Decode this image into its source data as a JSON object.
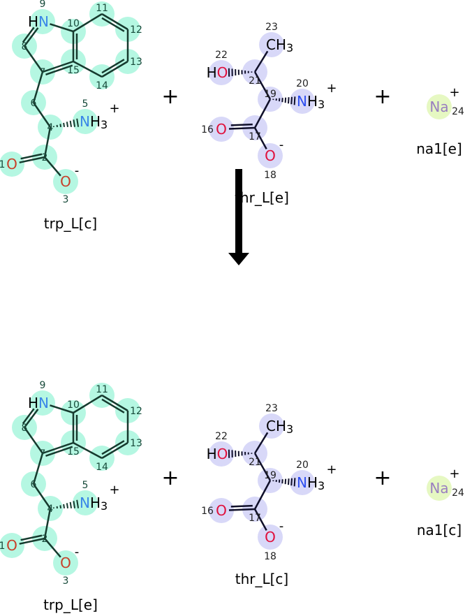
{
  "reaction": {
    "plus_sign": "+",
    "colors": {
      "trp_highlight": "#b5f7e2",
      "thr_highlight": "#d8d8f8",
      "na_highlight": "#e6f8c2",
      "trp_bond": "#163a2e",
      "thr_bond": "#10102a",
      "nitrogen_trp": "#3a86e8",
      "oxygen_trp": "#c8402a",
      "nitrogen_thr": "#2d4ef0",
      "oxygen_thr": "#e0103c",
      "sodium": "#9a7fc0"
    },
    "reactants": [
      {
        "name": "trp_L[c]",
        "kind": "trp",
        "atoms": [
          {
            "idx": "1",
            "sym": "O",
            "pre": "",
            "post": "",
            "charge": ""
          },
          {
            "idx": "2",
            "sym": "",
            "pre": "",
            "post": "",
            "charge": ""
          },
          {
            "idx": "3",
            "sym": "O",
            "pre": "",
            "post": "",
            "charge": "-"
          },
          {
            "idx": "4",
            "sym": "",
            "pre": "",
            "post": "",
            "charge": ""
          },
          {
            "idx": "5",
            "sym": "N",
            "pre": "",
            "post": "H3",
            "charge": "+"
          },
          {
            "idx": "6",
            "sym": "",
            "pre": "",
            "post": "",
            "charge": ""
          },
          {
            "idx": "7",
            "sym": "",
            "pre": "",
            "post": "",
            "charge": ""
          },
          {
            "idx": "8",
            "sym": "",
            "pre": "",
            "post": "",
            "charge": ""
          },
          {
            "idx": "9",
            "sym": "N",
            "pre": "H",
            "post": "",
            "charge": ""
          },
          {
            "idx": "10",
            "sym": "",
            "pre": "",
            "post": "",
            "charge": ""
          },
          {
            "idx": "11",
            "sym": "",
            "pre": "",
            "post": "",
            "charge": ""
          },
          {
            "idx": "12",
            "sym": "",
            "pre": "",
            "post": "",
            "charge": ""
          },
          {
            "idx": "13",
            "sym": "",
            "pre": "",
            "post": "",
            "charge": ""
          },
          {
            "idx": "14",
            "sym": "",
            "pre": "",
            "post": "",
            "charge": ""
          },
          {
            "idx": "15",
            "sym": "",
            "pre": "",
            "post": "",
            "charge": ""
          }
        ]
      },
      {
        "name": "thr_L[e]",
        "kind": "thr",
        "atoms": [
          {
            "idx": "16",
            "sym": "O",
            "pre": "",
            "post": "",
            "charge": ""
          },
          {
            "idx": "17",
            "sym": "",
            "pre": "",
            "post": "",
            "charge": ""
          },
          {
            "idx": "18",
            "sym": "O",
            "pre": "",
            "post": "",
            "charge": "-"
          },
          {
            "idx": "19",
            "sym": "",
            "pre": "",
            "post": "",
            "charge": ""
          },
          {
            "idx": "20",
            "sym": "N",
            "pre": "",
            "post": "H3",
            "charge": "+"
          },
          {
            "idx": "21",
            "sym": "",
            "pre": "",
            "post": "",
            "charge": ""
          },
          {
            "idx": "22",
            "sym": "O",
            "pre": "H",
            "post": "",
            "charge": ""
          },
          {
            "idx": "23",
            "sym": "C",
            "pre": "",
            "post": "H3",
            "charge": ""
          }
        ]
      },
      {
        "name": "na1[e]",
        "kind": "na",
        "atoms": [
          {
            "idx": "24",
            "sym": "Na",
            "pre": "",
            "post": "",
            "charge": "+"
          }
        ]
      }
    ],
    "products": [
      {
        "name": "trp_L[e]",
        "kind": "trp",
        "atoms": [
          {
            "idx": "1",
            "sym": "O",
            "pre": "",
            "post": "",
            "charge": ""
          },
          {
            "idx": "2",
            "sym": "",
            "pre": "",
            "post": "",
            "charge": ""
          },
          {
            "idx": "3",
            "sym": "O",
            "pre": "",
            "post": "",
            "charge": "-"
          },
          {
            "idx": "4",
            "sym": "",
            "pre": "",
            "post": "",
            "charge": ""
          },
          {
            "idx": "5",
            "sym": "N",
            "pre": "",
            "post": "H3",
            "charge": "+"
          },
          {
            "idx": "6",
            "sym": "",
            "pre": "",
            "post": "",
            "charge": ""
          },
          {
            "idx": "7",
            "sym": "",
            "pre": "",
            "post": "",
            "charge": ""
          },
          {
            "idx": "8",
            "sym": "",
            "pre": "",
            "post": "",
            "charge": ""
          },
          {
            "idx": "9",
            "sym": "N",
            "pre": "H",
            "post": "",
            "charge": ""
          },
          {
            "idx": "10",
            "sym": "",
            "pre": "",
            "post": "",
            "charge": ""
          },
          {
            "idx": "11",
            "sym": "",
            "pre": "",
            "post": "",
            "charge": ""
          },
          {
            "idx": "12",
            "sym": "",
            "pre": "",
            "post": "",
            "charge": ""
          },
          {
            "idx": "13",
            "sym": "",
            "pre": "",
            "post": "",
            "charge": ""
          },
          {
            "idx": "14",
            "sym": "",
            "pre": "",
            "post": "",
            "charge": ""
          },
          {
            "idx": "15",
            "sym": "",
            "pre": "",
            "post": "",
            "charge": ""
          }
        ]
      },
      {
        "name": "thr_L[c]",
        "kind": "thr",
        "atoms": [
          {
            "idx": "16",
            "sym": "O",
            "pre": "",
            "post": "",
            "charge": ""
          },
          {
            "idx": "17",
            "sym": "",
            "pre": "",
            "post": "",
            "charge": ""
          },
          {
            "idx": "18",
            "sym": "O",
            "pre": "",
            "post": "",
            "charge": "-"
          },
          {
            "idx": "19",
            "sym": "",
            "pre": "",
            "post": "",
            "charge": ""
          },
          {
            "idx": "20",
            "sym": "N",
            "pre": "",
            "post": "H3",
            "charge": "+"
          },
          {
            "idx": "21",
            "sym": "",
            "pre": "",
            "post": "",
            "charge": ""
          },
          {
            "idx": "22",
            "sym": "O",
            "pre": "H",
            "post": "",
            "charge": ""
          },
          {
            "idx": "23",
            "sym": "C",
            "pre": "",
            "post": "H3",
            "charge": ""
          }
        ]
      },
      {
        "name": "na1[c]",
        "kind": "na",
        "atoms": [
          {
            "idx": "24",
            "sym": "Na",
            "pre": "",
            "post": "",
            "charge": "+"
          }
        ]
      }
    ]
  }
}
